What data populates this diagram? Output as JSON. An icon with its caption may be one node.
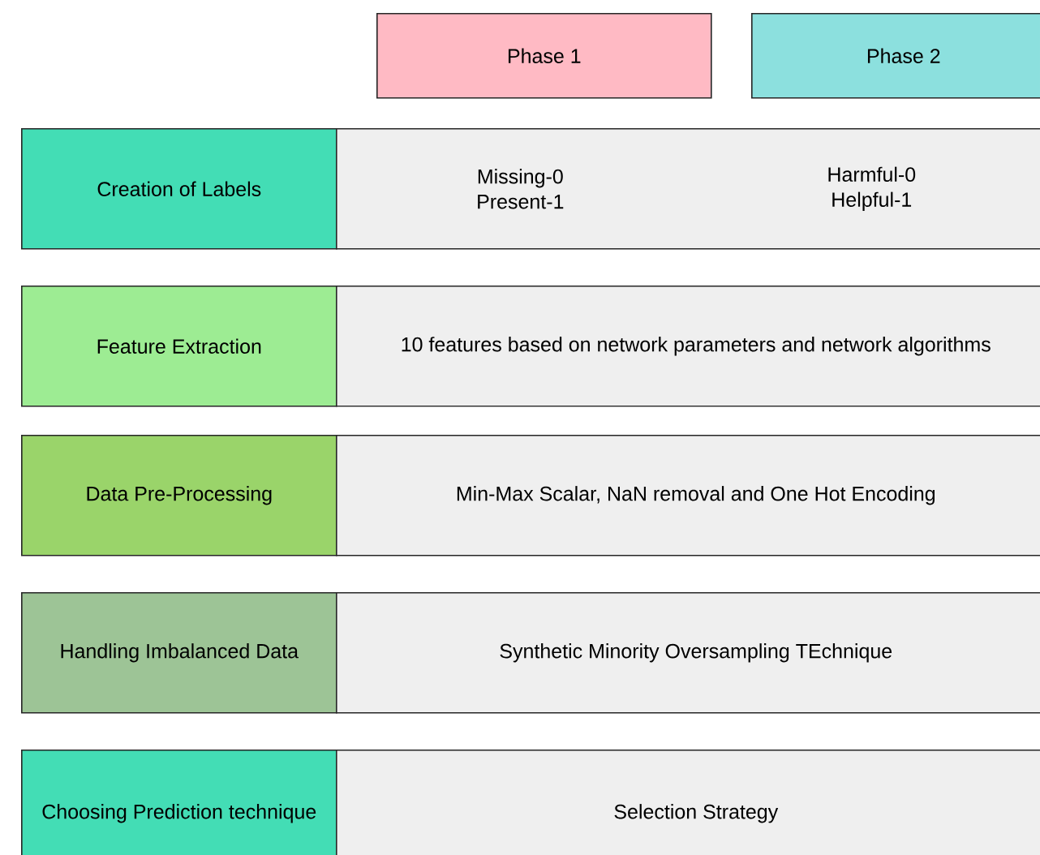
{
  "diagram": {
    "nodes": [
      {
        "text": [
          "Phase 1"
        ]
      },
      {
        "text": [
          "Phase 2"
        ]
      },
      {
        "text": [
          "Creation of Labels"
        ]
      },
      {
        "text": [
          "Missing-0 Present-1",
          "Harmful-0 Helpful-1"
        ]
      },
      {
        "text": [
          "Feature Extraction"
        ]
      },
      {
        "text": [
          "10 features based on network parameters and network algorithms"
        ]
      },
      {
        "text": [
          "Data Pre-Processing"
        ]
      },
      {
        "text": [
          "Min-Max Scalar, NaN removal and One Hot Encoding"
        ]
      },
      {
        "text": [
          "Handling Imbalanced Data"
        ]
      },
      {
        "text": [
          "Synthetic Minority Oversampling TEchnique"
        ]
      },
      {
        "text": [
          "Choosing Prediction technique"
        ]
      },
      {
        "text": [
          "Selection Strategy"
        ]
      }
    ]
  }
}
